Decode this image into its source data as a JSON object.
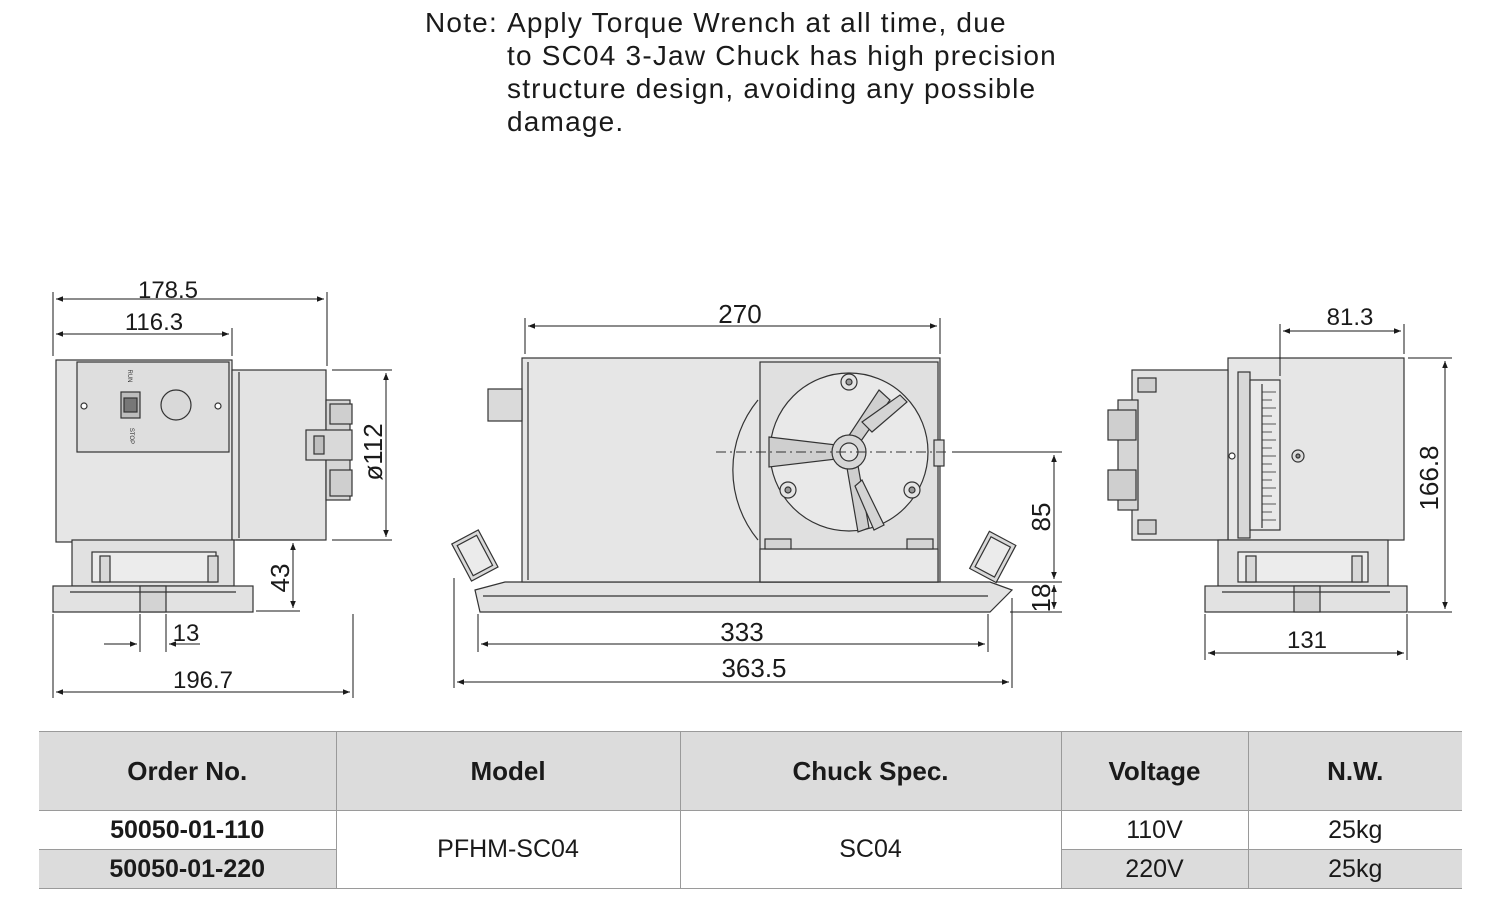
{
  "note": {
    "label": "Note:",
    "lines": [
      "Apply Torque Wrench at all time, due",
      "to SC04 3-Jaw Chuck has high precision",
      "structure design, avoiding any possible",
      "damage."
    ]
  },
  "left_view": {
    "dims": {
      "overall_length": "178.5",
      "body_length": "116.3",
      "chuck_dia": "ø112",
      "base_height": "43",
      "slot": "13",
      "base_length": "196.7"
    },
    "switch_labels": {
      "run": "RUN",
      "stop": "STOP"
    }
  },
  "front_view": {
    "dims": {
      "length_top": "270",
      "center_height": "85",
      "base_thickness": "18",
      "base_inner": "333",
      "base_overall": "363.5"
    }
  },
  "right_view": {
    "dims": {
      "width_top": "81.3",
      "height": "166.8",
      "base_width": "131"
    }
  },
  "table": {
    "headers": [
      "Order No.",
      "Model",
      "Chuck Spec.",
      "Voltage",
      "N.W."
    ],
    "rows": [
      {
        "order_no": "50050-01-110",
        "voltage": "110V",
        "weight": "25kg"
      },
      {
        "order_no": "50050-01-220",
        "voltage": "220V",
        "weight": "25kg"
      }
    ],
    "model": "PFHM-SC04",
    "chuck_spec": "SC04"
  }
}
